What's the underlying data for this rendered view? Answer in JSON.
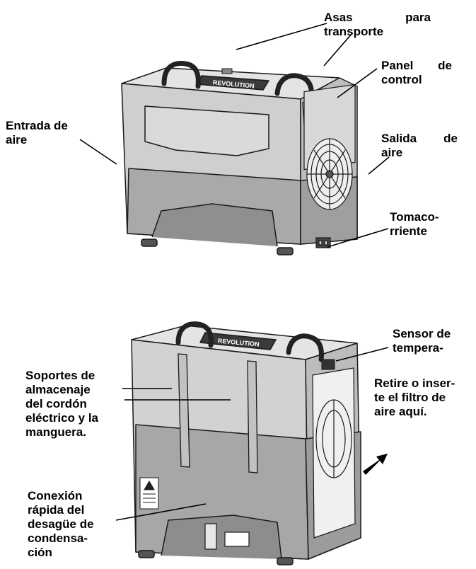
{
  "labels": {
    "carry_handles": [
      "Asas para",
      "transporte"
    ],
    "control_panel": [
      "Panel de",
      "control"
    ],
    "air_intake": [
      "Entrada de",
      "aire"
    ],
    "air_outlet": [
      "Salida de",
      "aire"
    ],
    "outlet": [
      "Tomaco-",
      "rriente"
    ],
    "temp_sensor": [
      "Sensor de",
      "tempera-"
    ],
    "storage_holders": [
      "Soportes de",
      "almacenaje",
      "del cordón",
      "eléctrico y la",
      "manguera."
    ],
    "filter": [
      "Retire o inser-",
      "te el filtro de",
      "aire aquí."
    ],
    "quick_drain": [
      "Conexión",
      "rápida del",
      "desagüe de",
      "condensa-",
      "ción"
    ]
  },
  "brand_text": "REVOLUTION",
  "colors": {
    "body": "#c8c8c8",
    "body_dark": "#a8a8a8",
    "ink": "#1a1a1a",
    "handle": "#222222"
  }
}
